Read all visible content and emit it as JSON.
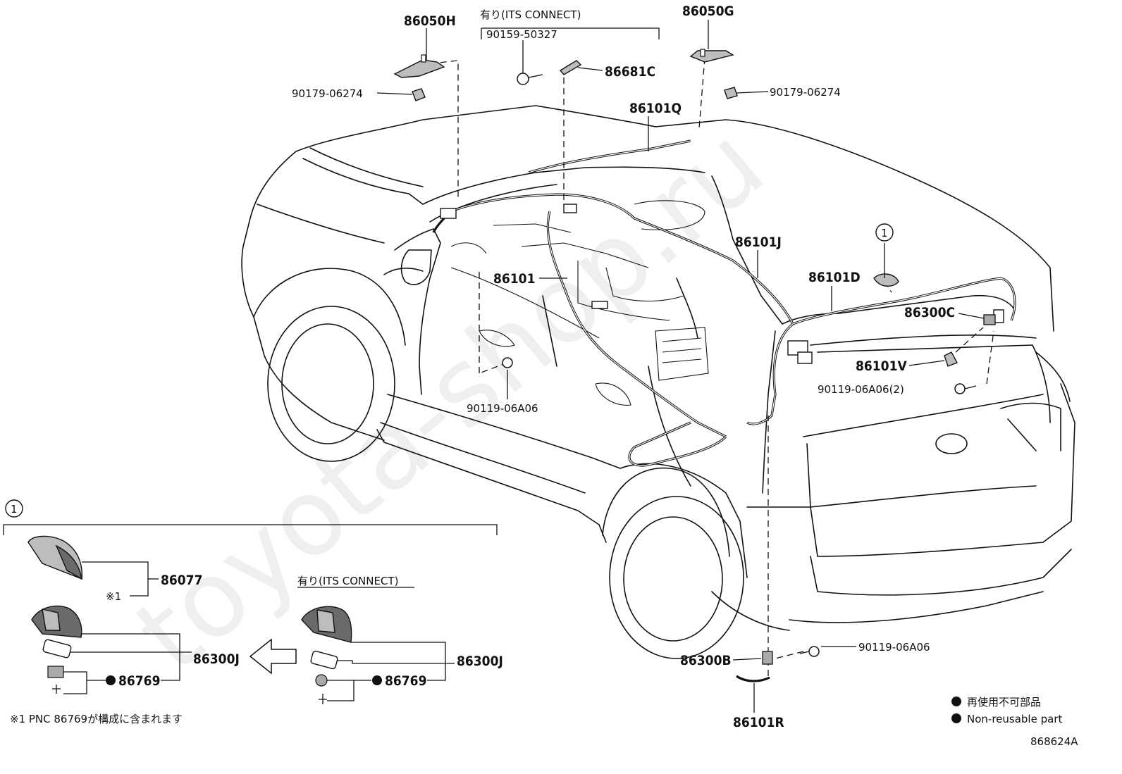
{
  "diagram": {
    "watermark": "toyota-shop.ru",
    "figure_code": "868624A",
    "callouts": {
      "p86050H": "86050H",
      "p86050G": "86050G",
      "its_top": "有り(ITS CONNECT)",
      "p90159_50327": "90159-50327",
      "p86681C": "86681C",
      "p90179_left": "90179-06274",
      "p90179_right": "90179-06274",
      "p86101Q": "86101Q",
      "p86101J": "86101J",
      "p86101": "86101",
      "p86101D": "86101D",
      "circle_ref": "1",
      "p86300C": "86300C",
      "p86101V": "86101V",
      "p90119_2": "90119-06A06(2)",
      "p90119_center": "90119-06A06",
      "p90119_rear": "90119-06A06",
      "p86300B": "86300B",
      "p86101R": "86101R"
    },
    "inset": {
      "circle_ref": "1",
      "p86077": "86077",
      "note_mark": "※1",
      "p86300J_left": "86300J",
      "p86769_left": "86769",
      "its_label": "有り(ITS CONNECT)",
      "p86300J_right": "86300J",
      "p86769_right": "86769",
      "footnote": "※1 PNC 86769が構成に含まれます"
    },
    "legend": {
      "jp": "再使用不可部品",
      "en": "Non-reusable part"
    }
  }
}
